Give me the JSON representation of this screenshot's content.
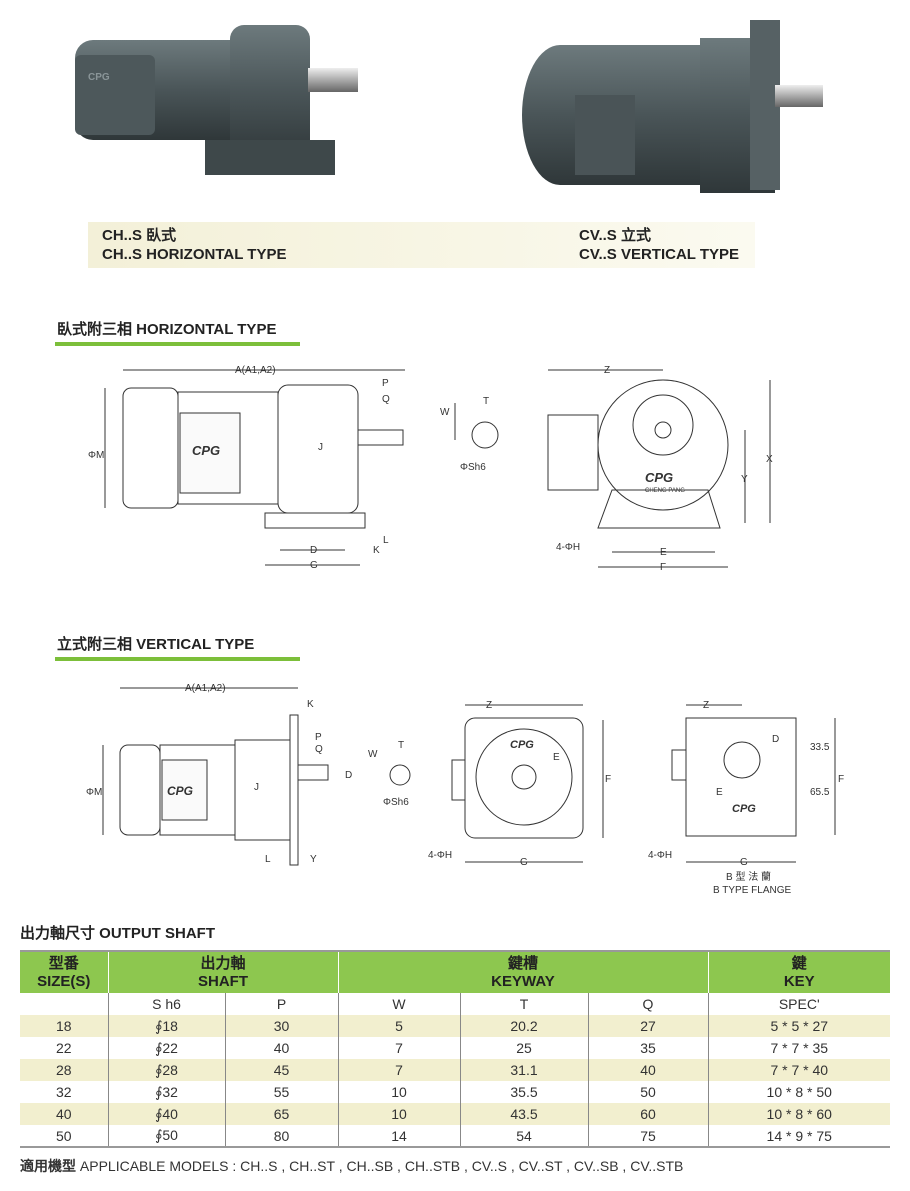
{
  "photos": {
    "brand": "CPG",
    "brand_sub": "CHENG PANG"
  },
  "caption": {
    "left_cn": "CH..S 臥式",
    "left_en": "CH..S HORIZONTAL TYPE",
    "right_cn": "CV..S 立式",
    "right_en": "CV..S VERTICAL TYPE"
  },
  "section_horizontal": {
    "title": "臥式附三相 HORIZONTAL TYPE",
    "labels": {
      "A": "A(A1,A2)",
      "P": "P",
      "Q": "Q",
      "M": "ΦM",
      "J": "J",
      "D": "D",
      "G": "G",
      "K": "K",
      "L": "L",
      "W": "W",
      "T": "T",
      "Sh6": "ΦSh6",
      "Z": "Z",
      "X": "X",
      "Y": "Y",
      "H": "4-ΦH",
      "E": "E",
      "F": "F"
    }
  },
  "section_vertical": {
    "title": "立式附三相 VERTICAL TYPE",
    "labels": {
      "A": "A(A1,A2)",
      "K": "K",
      "P": "P",
      "Q": "Q",
      "M": "ΦM",
      "J": "J",
      "D": "D",
      "L": "L",
      "Y": "Y",
      "W": "W",
      "T": "T",
      "Sh6": "ΦSh6",
      "Z": "Z",
      "E": "E",
      "F": "F",
      "G": "G",
      "H": "4-ΦH"
    },
    "b_flange": {
      "Z": "Z",
      "D": "D",
      "d1": "33.5",
      "F": "F",
      "d2": "65.5",
      "E": "E",
      "G": "G",
      "H": "4-ΦH",
      "cn": "B 型 法 蘭",
      "en": "B TYPE FLANGE"
    }
  },
  "output_shaft": {
    "title": "出力軸尺寸  OUTPUT SHAFT",
    "headers": [
      {
        "cn": "型番",
        "en": "SIZE(S)"
      },
      {
        "cn": "出力軸",
        "en": "SHAFT"
      },
      {
        "cn": "鍵槽",
        "en": "KEYWAY"
      },
      {
        "cn": "鍵",
        "en": "KEY"
      }
    ],
    "subheaders": [
      "",
      "S h6",
      "P",
      "W",
      "T",
      "Q",
      "SPEC'"
    ],
    "rows": [
      [
        "18",
        "∮18",
        "30",
        "5",
        "20.2",
        "27",
        "5 * 5 * 27"
      ],
      [
        "22",
        "∮22",
        "40",
        "7",
        "25",
        "35",
        "7 * 7 * 35"
      ],
      [
        "28",
        "∮28",
        "45",
        "7",
        "31.1",
        "40",
        "7 * 7 * 40"
      ],
      [
        "32",
        "∮32",
        "55",
        "10",
        "35.5",
        "50",
        "10 * 8 * 50"
      ],
      [
        "40",
        "∮40",
        "65",
        "10",
        "43.5",
        "60",
        "10 * 8 * 60"
      ],
      [
        "50",
        "∮50",
        "80",
        "14",
        "54",
        "75",
        "14 * 9 * 75"
      ]
    ]
  },
  "footer": {
    "label": "適用機型",
    "text": " APPLICABLE MODELS : CH..S , CH..ST , CH..SB , CH..STB , CV..S , CV..ST , CV..SB , CV..STB"
  }
}
